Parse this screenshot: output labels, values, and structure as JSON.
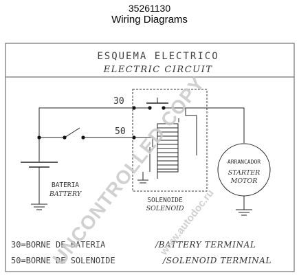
{
  "header": {
    "part_number": "35261130",
    "title": "Wiring Diagrams"
  },
  "diagram": {
    "title_es": "ESQUEMA ELECTRICO",
    "title_en": "ELECTRIC CIRCUIT",
    "terminal_30": "30",
    "terminal_50": "50",
    "battery_es": "BATERIA",
    "battery_en": "BATTERY",
    "solenoid_es": "SOLENOIDE",
    "solenoid_en": "SOLENOID",
    "motor_es": "ARRANCADOR",
    "motor_en_1": "STARTER",
    "motor_en_2": "MOTOR",
    "legend": [
      {
        "es": "30=BORNE DE BATERIA",
        "en": "/BATTERY TERMINAL"
      },
      {
        "es": "50=BORNE DE SOLENOIDE",
        "en": "/SOLENOID TERMINAL"
      }
    ]
  },
  "watermark": {
    "text": "UNCONTROLLED COPY",
    "site": "www.autodoc.ru",
    "color": "#c8c8c8"
  },
  "colors": {
    "ink": "#333333",
    "line": "#222222"
  }
}
